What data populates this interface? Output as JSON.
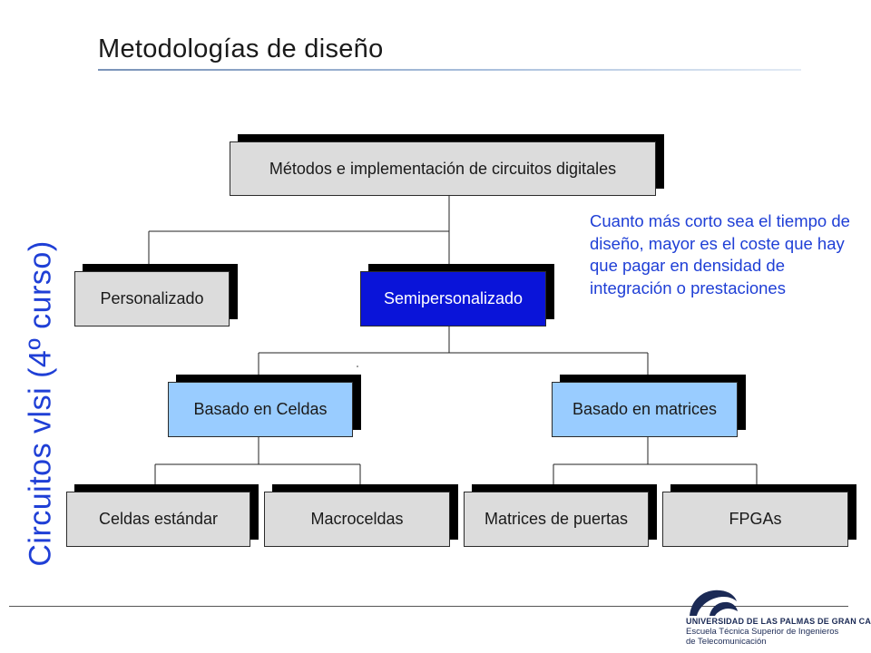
{
  "title": "Metodologías de diseño",
  "side_label": "Circuitos vlsi (4º curso)",
  "nodes": {
    "root": "Métodos e implementación de circuitos digitales",
    "custom": "Personalizado",
    "semicustom": "Semipersonalizado",
    "cell_based": "Basado en Celdas",
    "array_based": "Basado en matrices",
    "standard_cells": "Celdas estándar",
    "macrocells": "Macroceldas",
    "gate_arrays": "Matrices de puertas",
    "fpgas": "FPGAs"
  },
  "note": "Cuanto más corto sea el tiempo de diseño, mayor es el coste que hay que pagar en densidad de integración o prestaciones",
  "logo": {
    "line1": "UNIVERSIDAD DE LAS PALMAS DE GRAN CANARIA",
    "line2": "Escuela Técnica Superior de Ingenieros",
    "line3": "de Telecomunicación"
  },
  "colors": {
    "side_label": "#1f3fd6",
    "highlight_box": "#0a14d9",
    "light_box": "#99ccff",
    "gray_box": "#dcdcdc"
  }
}
